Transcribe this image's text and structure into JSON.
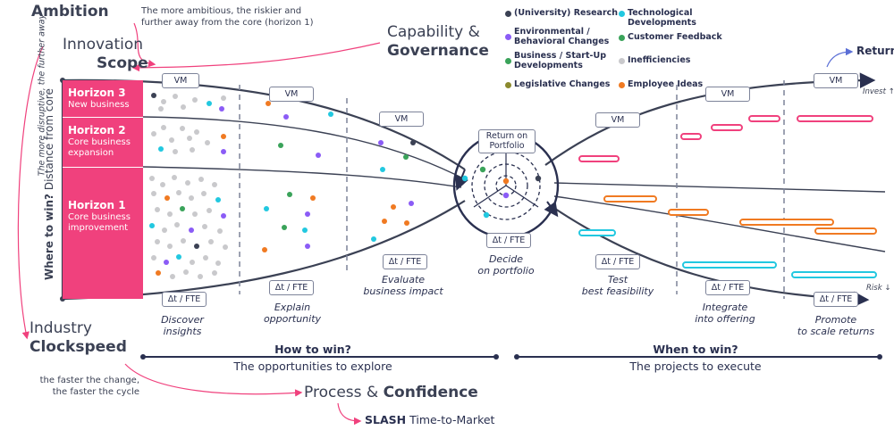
{
  "colors": {
    "pink": "#f0417d",
    "navy": "#2a3050",
    "research": "#3b4154",
    "environmental": "#8b5cf6",
    "business": "#3aa35a",
    "legislative": "#8b8a2e",
    "technological": "#22c8e0",
    "customer": "#3aa35a",
    "inefficiencies": "#c9c9cc",
    "employee": "#f07a22"
  },
  "ambition": {
    "title": "Ambition",
    "note": "The more ambitious, the riskier and further away from the core (horizon 1)"
  },
  "scope": {
    "line1": "Innovation",
    "line2": "Scope"
  },
  "disruptive_note": "The more disruptive, the further away",
  "capability": {
    "line1": "Capability &",
    "line2": "Governance"
  },
  "y_axis": {
    "bold": "Where to win?",
    "normal": "Distance from core"
  },
  "horizons": [
    {
      "name": "Horizon 3",
      "desc": "New business"
    },
    {
      "name": "Horizon 2",
      "desc": "Core business expansion"
    },
    {
      "name": "Horizon 1",
      "desc": "Core business improvement"
    }
  ],
  "legend": [
    {
      "label": "(University) Research",
      "icon": "dot-research"
    },
    {
      "label": "Technological Developments",
      "icon": "dot-technological"
    },
    {
      "label": "Environmental / Behavioral Changes",
      "icon": "dot-environmental"
    },
    {
      "label": "Customer Feedback",
      "icon": "dot-customer"
    },
    {
      "label": "Business / Start-Up Developments",
      "icon": "dot-business"
    },
    {
      "label": "Inefficiencies",
      "icon": "dot-inefficiencies"
    },
    {
      "label": "Legislative Changes",
      "icon": "dot-legislative"
    },
    {
      "label": "Employee Ideas",
      "icon": "dot-employee"
    }
  ],
  "return_label": "Return",
  "invest_label": "Invest ↑",
  "risk_label": "Risk ↓",
  "vm_label": "VM",
  "dt_label": "Δt / FTE",
  "portfolio_label": "Return on Portfolio",
  "phases": [
    {
      "line1": "Discover",
      "line2": "insights"
    },
    {
      "line1": "Explain",
      "line2": "opportunity"
    },
    {
      "line1": "Evaluate",
      "line2": "business impact"
    },
    {
      "line1": "Decide",
      "line2": "on portfolio"
    },
    {
      "line1": "Test",
      "line2": "best feasibility"
    },
    {
      "line1": "Integrate",
      "line2": "into offering"
    },
    {
      "line1": "Promote",
      "line2": "to scale returns"
    }
  ],
  "how_to_win": {
    "title": "How to win?",
    "sub": "The opportunities to explore"
  },
  "when_to_win": {
    "title": "When to win?",
    "sub": "The projects to execute"
  },
  "clockspeed": {
    "line1": "Industry",
    "line2": "Clockspeed"
  },
  "clockspeed_note": "the faster the change, the faster the cycle",
  "process": {
    "normal": "Process &",
    "bold": "Confidence"
  },
  "slash": {
    "bold": "SLASH",
    "normal": "Time-to-Market"
  }
}
